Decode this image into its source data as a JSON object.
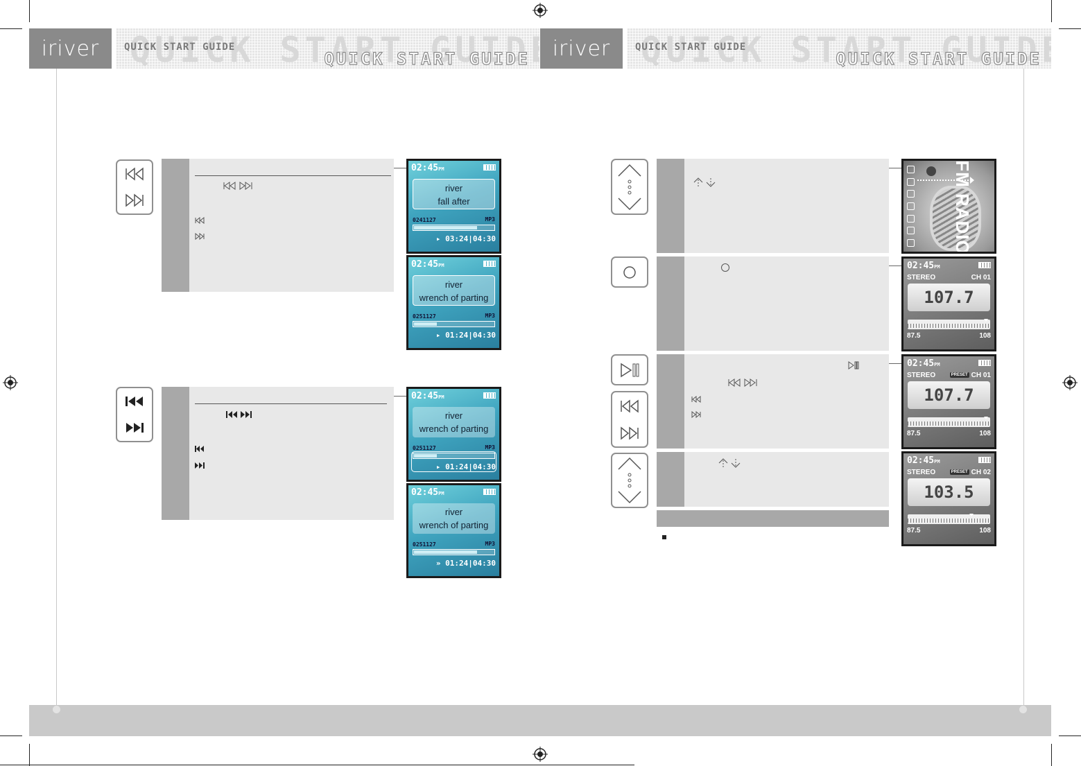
{
  "header": {
    "brand": "iriver",
    "small_title": "QUICK START GUIDE",
    "big_title": "QUICK START GUIDE",
    "ghost_title": "QUICK START GUIDE"
  },
  "left_page": {
    "screens": [
      {
        "time": "02:45",
        "ampm": "PM",
        "artist": "river",
        "track": "fall after",
        "counter": "0241127",
        "format": "MP3",
        "elapsed": "03:24",
        "total": "04:30",
        "progress": 0.78
      },
      {
        "time": "02:45",
        "ampm": "PM",
        "artist": "river",
        "track": "wrench of parting",
        "counter": "0251127",
        "format": "MP3",
        "elapsed": "01:24",
        "total": "04:30",
        "progress": 0.28
      },
      {
        "time": "02:45",
        "ampm": "PM",
        "artist": "river",
        "track": "wrench of parting",
        "counter": "0251127",
        "format": "MP3",
        "elapsed": "01:24",
        "total": "04:30",
        "progress": 0.28
      },
      {
        "time": "02:45",
        "ampm": "PM",
        "artist": "river",
        "track": "wrench of parting",
        "counter": "0251127",
        "format": "MP3",
        "elapsed": "01:24",
        "total": "04:30",
        "progress": 0.78
      }
    ]
  },
  "right_page": {
    "fm_screen": {
      "label": "FM RADIO"
    },
    "radio_screens": [
      {
        "time": "02:45",
        "ampm": "PM",
        "mode": "STEREO",
        "preset": "",
        "channel": "CH 01",
        "frequency": "107.7",
        "low": "87.5",
        "high": "108",
        "tuner_level": 0.95
      },
      {
        "time": "02:45",
        "ampm": "PM",
        "mode": "STEREO",
        "preset": "PRESET",
        "channel": "CH 01",
        "frequency": "107.7",
        "low": "87.5",
        "high": "108",
        "tuner_level": 0.95
      },
      {
        "time": "02:45",
        "ampm": "PM",
        "mode": "STEREO",
        "preset": "PRESET",
        "channel": "CH 02",
        "frequency": "103.5",
        "low": "87.5",
        "high": "108",
        "tuner_level": 0.77
      }
    ]
  },
  "colors": {
    "banner_gray": "#8a8a8a",
    "panel_gray": "#e8e8e8",
    "sidebar_gray": "#a8a8a8",
    "footer_gray": "#c9c9c9",
    "screen_teal": "#3fa4bf"
  }
}
